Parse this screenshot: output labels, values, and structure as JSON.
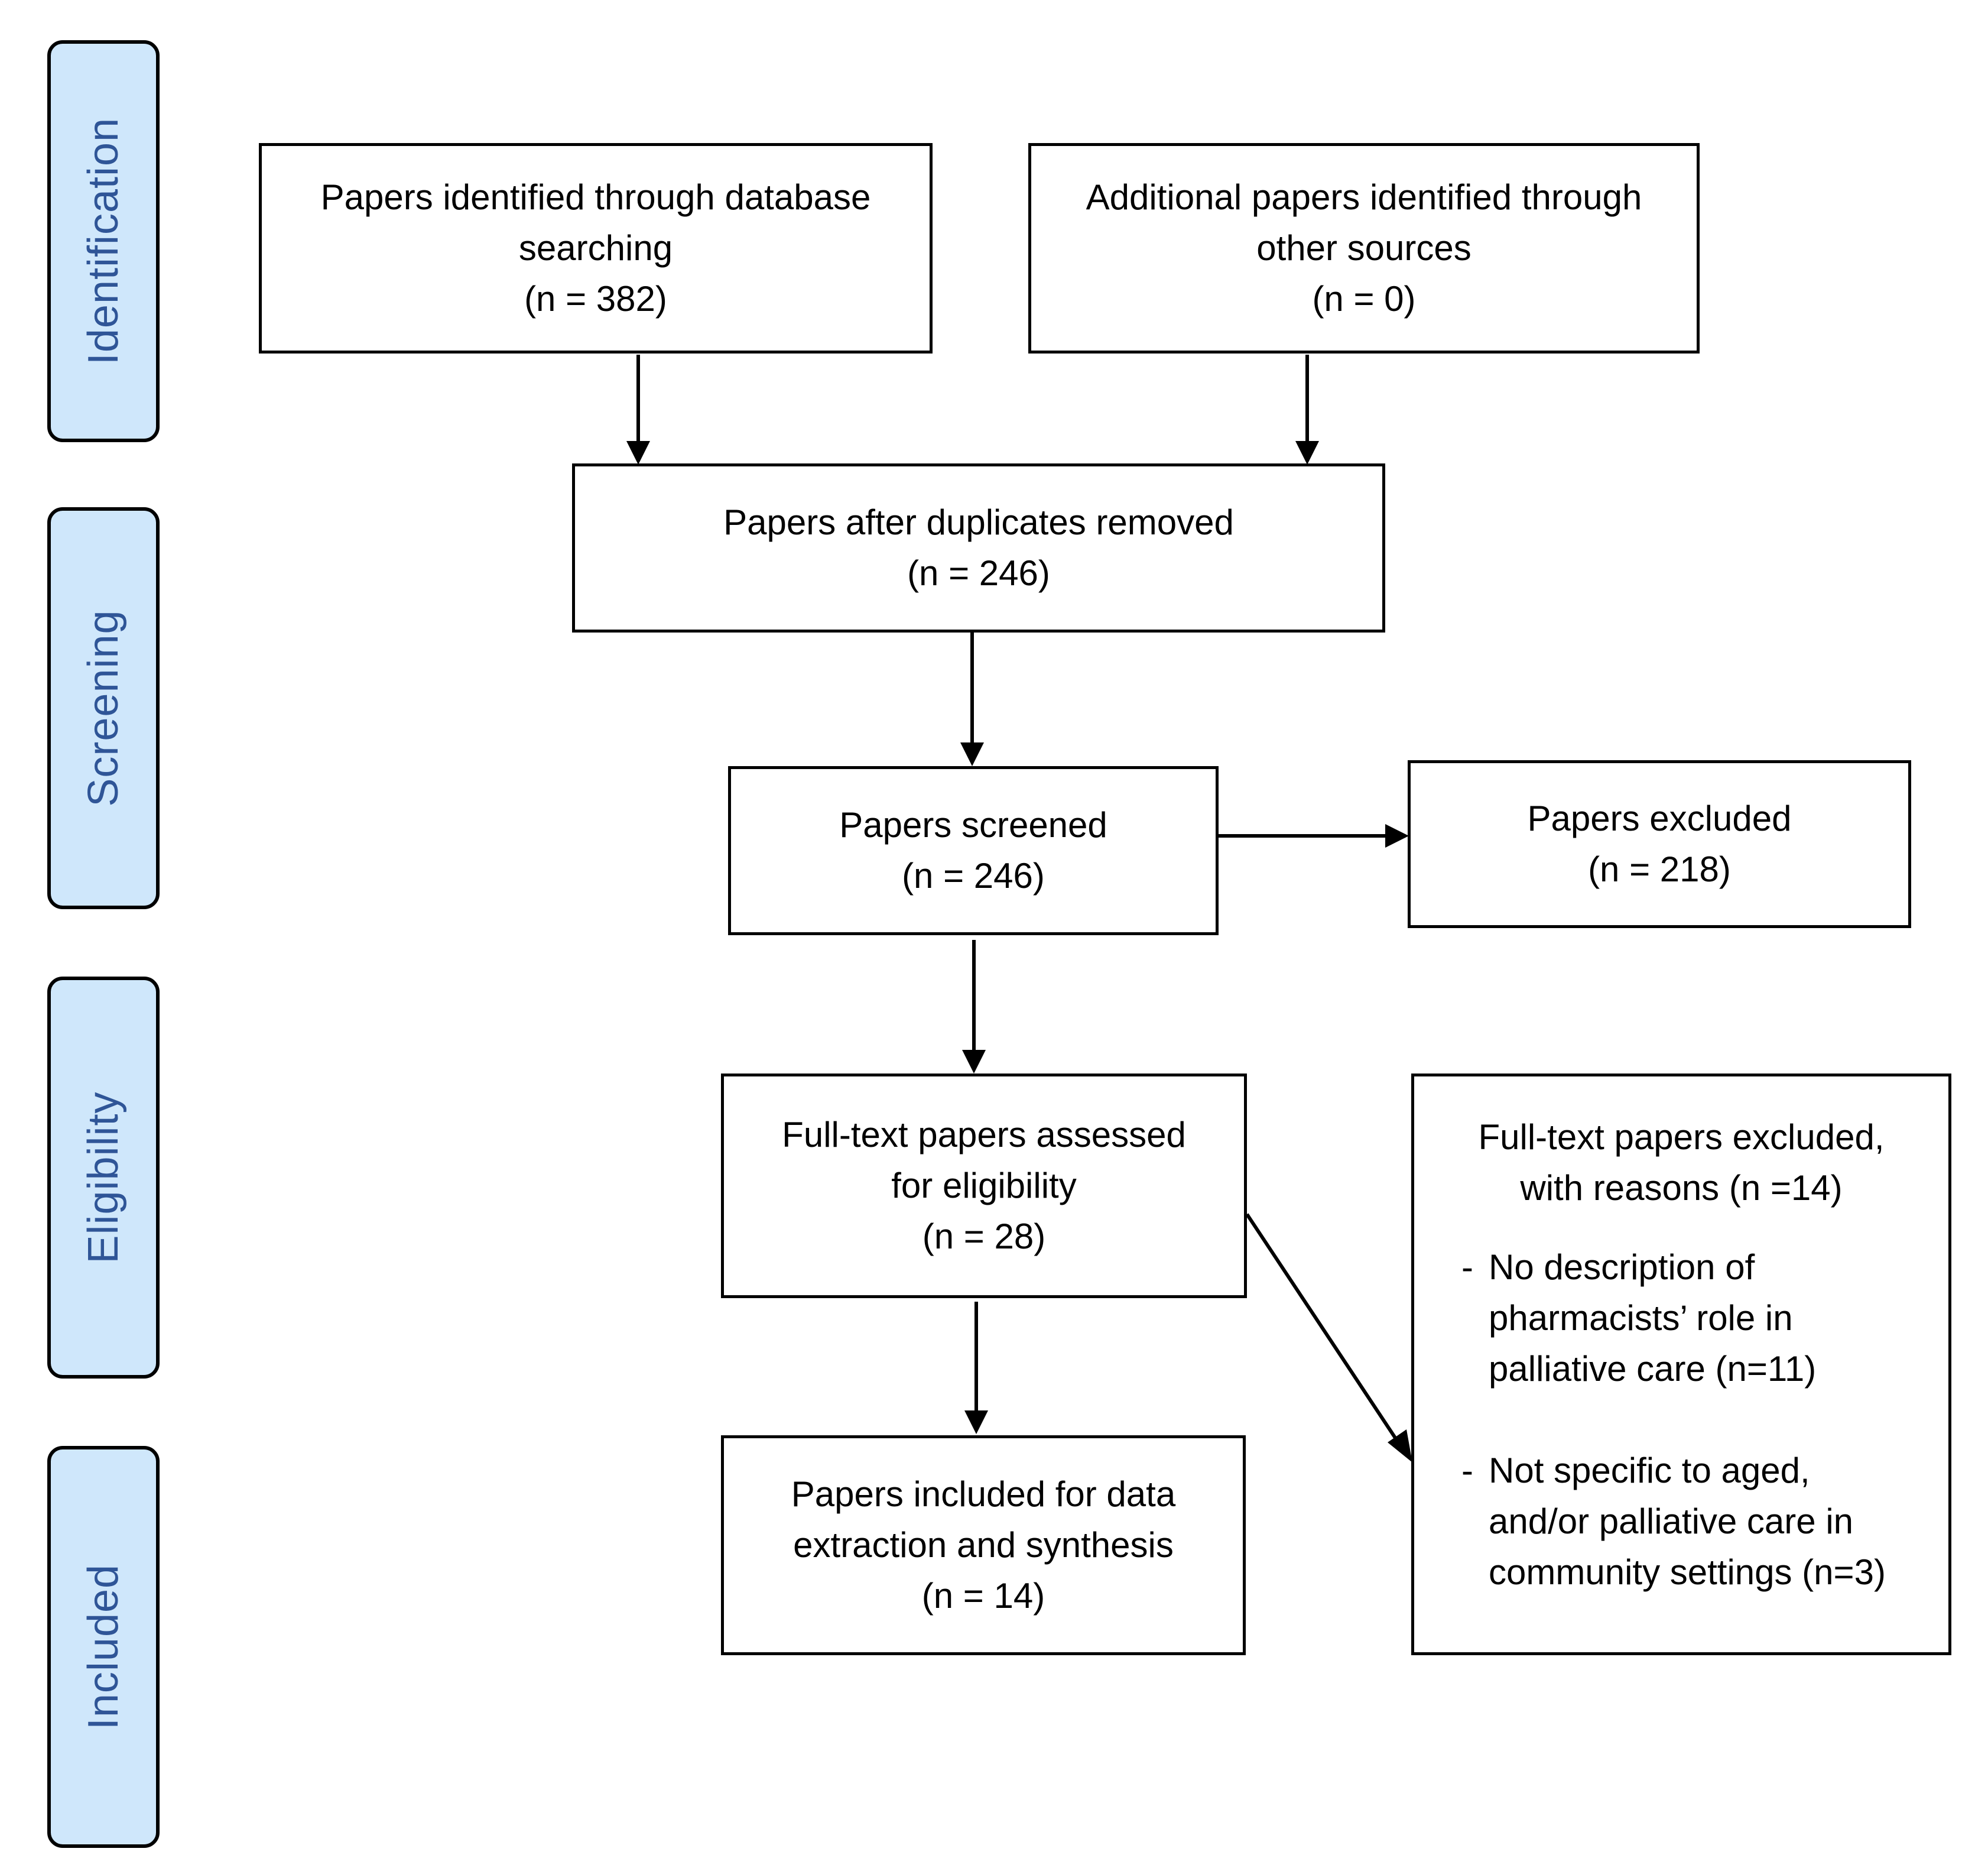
{
  "stages": {
    "identification": "Identification",
    "screening": "Screening",
    "eligibility": "Eligibility",
    "included": "Included"
  },
  "boxes": {
    "database_search": {
      "lines": [
        "Papers identified through database",
        "searching",
        "(n = 382)"
      ]
    },
    "other_sources": {
      "lines": [
        "Additional papers identified through",
        "other sources",
        "(n = 0)"
      ]
    },
    "duplicates_removed": {
      "lines": [
        "Papers after duplicates removed",
        "(n = 246)"
      ]
    },
    "screened": {
      "lines": [
        "Papers screened",
        "(n = 246)"
      ]
    },
    "excluded": {
      "lines": [
        "Papers excluded",
        "(n = 218)"
      ]
    },
    "full_text_assessed": {
      "lines": [
        "Full-text papers assessed",
        "for eligibility",
        "(n = 28)"
      ]
    },
    "full_text_excluded": {
      "heading": [
        "Full-text papers excluded,",
        "with reasons (n =14)"
      ],
      "reasons": [
        {
          "dash": "-",
          "lines": [
            "No description of",
            "pharmacists’ role in",
            "palliative care (n=11)"
          ]
        },
        {
          "dash": "-",
          "lines": [
            "Not specific to aged,",
            "and/or palliative care in",
            "community settings (n=3)"
          ]
        }
      ]
    },
    "included_synthesis": {
      "lines": [
        "Papers included for data",
        "extraction and synthesis",
        "(n = 14)"
      ]
    }
  },
  "colors": {
    "stage_fill": "#cfe7fb",
    "stage_text": "#2f5597",
    "stroke": "#000000",
    "background": "#ffffff"
  }
}
